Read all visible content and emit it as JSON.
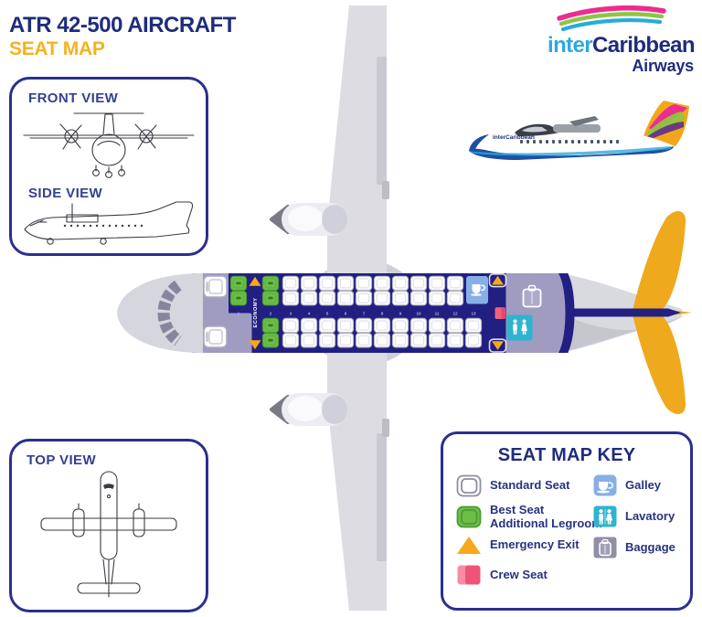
{
  "header": {
    "title": "ATR 42-500 AIRCRAFT",
    "subtitle": "SEAT MAP"
  },
  "logo": {
    "part1": "inter",
    "part2": "Caribbean",
    "part3": "Airways"
  },
  "panels": {
    "front_view": "FRONT VIEW",
    "side_view": "SIDE VIEW",
    "top_view": "TOP VIEW"
  },
  "livery": {
    "titles": "interCaribbean"
  },
  "seat_map": {
    "class_label": "ECONOMY",
    "rows": [
      {
        "row": "1",
        "top": "best",
        "bottom": null
      },
      {
        "row": "2",
        "top": "best",
        "bottom": "best"
      },
      {
        "row": "3",
        "top": "standard",
        "bottom": "standard"
      },
      {
        "row": "4",
        "top": "standard",
        "bottom": "standard"
      },
      {
        "row": "5",
        "top": "standard",
        "bottom": "standard"
      },
      {
        "row": "6",
        "top": "standard",
        "bottom": "standard"
      },
      {
        "row": "7",
        "top": "standard",
        "bottom": "standard"
      },
      {
        "row": "8",
        "top": "standard",
        "bottom": "standard"
      },
      {
        "row": "9",
        "top": "standard",
        "bottom": "standard"
      },
      {
        "row": "10",
        "top": "standard",
        "bottom": "standard"
      },
      {
        "row": "11",
        "top": "standard",
        "bottom": "standard"
      },
      {
        "row": "12",
        "top": "standard",
        "bottom": "standard"
      },
      {
        "row": "13",
        "top": "galley",
        "bottom": "standard"
      }
    ]
  },
  "key": {
    "title": "SEAT MAP KEY",
    "left": [
      {
        "icon": "standard-seat",
        "lines": [
          "Standard Seat"
        ]
      },
      {
        "icon": "best-seat",
        "lines": [
          "Best Seat",
          "Additional Legroom"
        ]
      },
      {
        "icon": "emergency-exit",
        "lines": [
          "Emergency Exit"
        ]
      },
      {
        "icon": "crew-seat",
        "lines": [
          "Crew Seat"
        ]
      }
    ],
    "right": [
      {
        "icon": "galley",
        "lines": [
          "Galley"
        ]
      },
      {
        "icon": "lavatory",
        "lines": [
          "Lavatory"
        ]
      },
      {
        "icon": "baggage",
        "lines": [
          "Baggage"
        ]
      }
    ]
  },
  "colors": {
    "navy_text": "#1F2C7C",
    "brand_yellow": "#F5B31C",
    "border_navy": "#2B2F8E",
    "navy_cabin": "#221F82",
    "lavender": "#A09BC1",
    "green_seat": "#6CBE48",
    "galley_blue": "#87AFE7",
    "lavatory_cyan": "#2FB4CF",
    "crew_pink": "#F2617F",
    "exit_yellow": "#F7A81B",
    "tail_yellow": "#EFA91C",
    "fuselage_gray": "#D6D6DE",
    "wing_gray": "#DCDCE2",
    "logo_blue": "#2FA8E0",
    "logo_magenta": "#EC2D8F",
    "logo_green": "#8DC63F"
  }
}
